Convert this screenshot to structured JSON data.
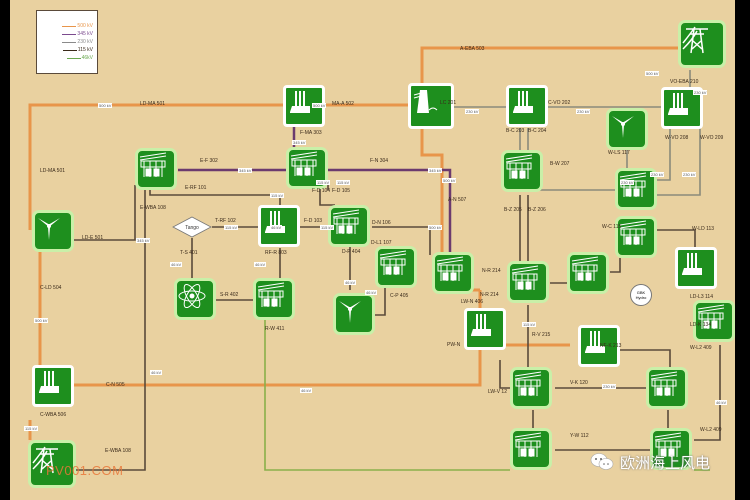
{
  "legend": [
    {
      "label": "500 kV",
      "color": "#e8954a"
    },
    {
      "label": "345 kV",
      "color": "#7b4a8e"
    },
    {
      "label": "230 kV",
      "color": "#8a8a8a"
    },
    {
      "label": "115 kV",
      "color": "#3a2a1a"
    },
    {
      "label": "46kV",
      "color": "#6aa84f"
    }
  ],
  "colors": {
    "v500": "#e8954a",
    "v345": "#6b3a6e",
    "v230": "#8a8a7a",
    "v115": "#5a4a3a",
    "v46": "#8ab04a",
    "node": "#1e8f1e"
  },
  "nodes": [
    {
      "id": "MA",
      "type": "plant"
    },
    {
      "id": "LC",
      "type": "hydro"
    },
    {
      "id": "BC",
      "type": "plant"
    },
    {
      "id": "WO",
      "type": "plant"
    },
    {
      "id": "VOEBA",
      "type": "tower"
    },
    {
      "id": "WLS",
      "type": "wind"
    },
    {
      "id": "E",
      "type": "substation"
    },
    {
      "id": "F",
      "type": "substation"
    },
    {
      "id": "BZ",
      "type": "substation"
    },
    {
      "id": "W",
      "type": "substation"
    },
    {
      "id": "LD",
      "type": "wind"
    },
    {
      "id": "RF",
      "type": "plant"
    },
    {
      "id": "O",
      "type": "substation"
    },
    {
      "id": "L",
      "type": "substation"
    },
    {
      "id": "N",
      "type": "substation"
    },
    {
      "id": "NR",
      "type": "substation"
    },
    {
      "id": "HZ",
      "type": "substation"
    },
    {
      "id": "WE",
      "type": "substation"
    },
    {
      "id": "LDP",
      "type": "plant"
    },
    {
      "id": "NUC",
      "type": "nuclear"
    },
    {
      "id": "RW",
      "type": "substation"
    },
    {
      "id": "CP",
      "type": "wind"
    },
    {
      "id": "NP",
      "type": "plant"
    },
    {
      "id": "NF",
      "type": "plant"
    },
    {
      "id": "LDS",
      "type": "substation"
    },
    {
      "id": "CWBA",
      "type": "plant"
    },
    {
      "id": "V",
      "type": "substation"
    },
    {
      "id": "K",
      "type": "substation"
    },
    {
      "id": "WBA",
      "type": "tower"
    },
    {
      "id": "Y",
      "type": "substation"
    },
    {
      "id": "WL",
      "type": "substation"
    }
  ],
  "line_labels": [
    "A-EBA 503",
    "LD-MA 501",
    "MA-A 502",
    "LC 201",
    "C-VO 202",
    "VO-EBA 210",
    "F-MA 303",
    "E-F 302",
    "F-N 304",
    "B-C 203",
    "B-C 204",
    "W-LS 117",
    "W-VO 208",
    "W-VO 209",
    "B-W 207",
    "E-RF 101",
    "F-D 104",
    "F-D 105",
    "LD-MA 501",
    "A-N 507",
    "E-WBA 108",
    "T-RF 102",
    "F-D 103",
    "D-N 106",
    "B-Z 205",
    "B-Z 206",
    "W-C 115",
    "W-LD 113",
    "LD-E 501",
    "T-S 401",
    "RF-R 803",
    "D-P 404",
    "D-L1 107",
    "N-R 214",
    "LD-L3 114",
    "S-R 402",
    "C-P 405",
    "N-R 214",
    "LW-N 406",
    "C-LD 504",
    "R-W 411",
    "PW-N",
    "R-V 215",
    "NF-K 213",
    "LD-K 134",
    "W-L2 409",
    "C-WBA 506",
    "C-N 505",
    "LW-V 12",
    "V-K 120",
    "Y-W 112",
    "W-L2 409",
    "E-WBA 108"
  ],
  "kv_tags": [
    "500 kV",
    "500 kV",
    "500 kV",
    "230 kV",
    "230 kV",
    "230 kV",
    "345 kV",
    "345 kV",
    "345 kV",
    "500 kV",
    "115 kV",
    "115 kV",
    "230 kV",
    "230 kV",
    "230 kV",
    "115 kV",
    "115 kV",
    "46 kV",
    "46 kV",
    "46 kV",
    "46 kV",
    "46 kV",
    "115 kV",
    "500 kV",
    "500 kV",
    "345 kV",
    "46 kV",
    "46 kV",
    "115 kV",
    "115 kV",
    "230 kV",
    "46 kV"
  ],
  "tango": "Tango",
  "gbk": "GBK Hydro",
  "watermark_left": "PV001.COM",
  "watermark_right": "欧洲海上风电"
}
